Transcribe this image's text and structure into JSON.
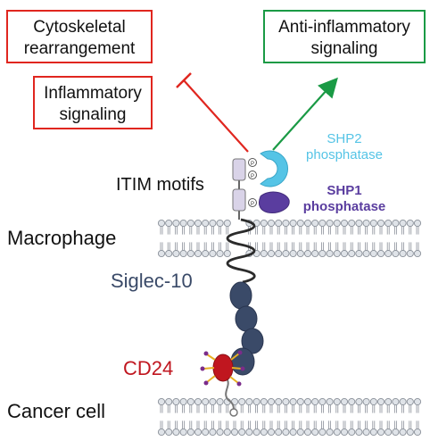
{
  "boxes": {
    "cytoskeletal": [
      "Cytoskeletal",
      "rearrangement"
    ],
    "inflammatory": [
      "Inflammatory",
      "signaling"
    ],
    "anti_inflammatory": [
      "Anti-inflammatory",
      "signaling"
    ]
  },
  "labels": {
    "itim": "ITIM motifs",
    "macrophage": "Macrophage",
    "siglec": "Siglec-10",
    "cd24": "CD24",
    "cancer_cell": "Cancer cell",
    "shp2": [
      "SHP2",
      "phosphatase"
    ],
    "shp1": [
      "SHP1",
      "phosphatase"
    ],
    "phospho": "P"
  },
  "colors": {
    "red": "#e0261f",
    "green": "#1a9a45",
    "shp2": "#55c4e6",
    "shp1": "#5a3d9f",
    "siglec": "#3a4a68",
    "cd24": "#c0161f",
    "membrane_head": "#dfe3e8",
    "membrane_edge": "#8a9099",
    "itim": "#d9d3e8"
  }
}
